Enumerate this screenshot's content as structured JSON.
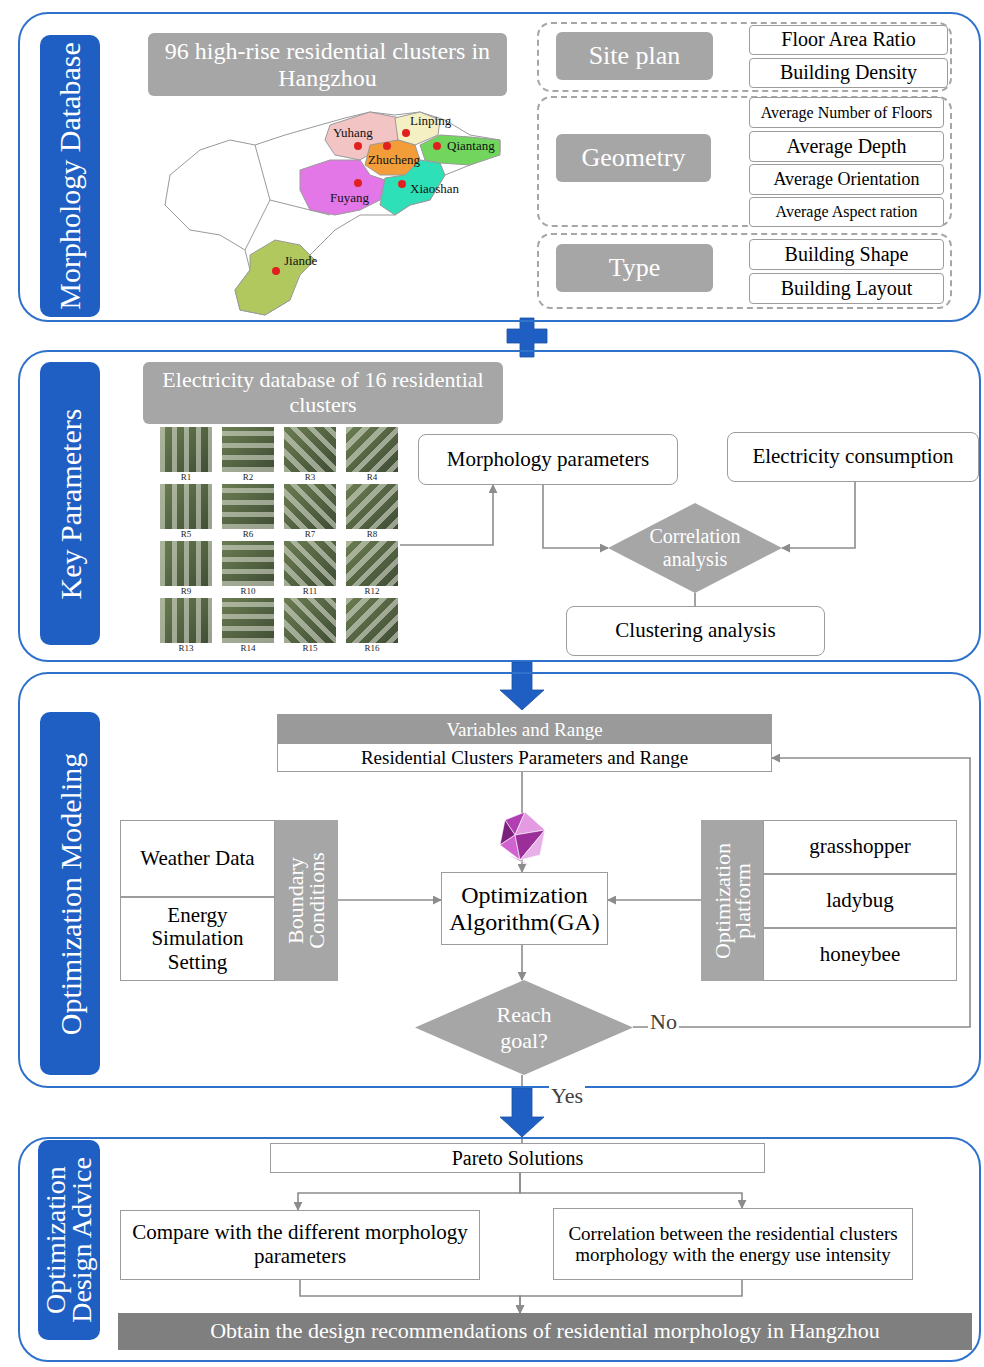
{
  "diagram": {
    "nodes": [
      {
        "text": [
          "Morphology Database"
        ]
      },
      {
        "text": [
          "96 high-rise residential clusters in Hangzhou"
        ],
        "in": 0
      },
      {
        "text": [
          "Site plan"
        ],
        "in": 0
      },
      {
        "text": [
          "Floor Area Ratio"
        ],
        "in": 2
      },
      {
        "text": [
          "Building Density"
        ],
        "in": 2
      },
      {
        "text": [
          "Geometry"
        ],
        "in": 0
      },
      {
        "text": [
          "Average Number of Floors"
        ],
        "in": 5
      },
      {
        "text": [
          "Average Depth"
        ],
        "in": 5
      },
      {
        "text": [
          "Average Orientation"
        ],
        "in": 5
      },
      {
        "text": [
          "Average Aspect ration"
        ],
        "in": 5
      },
      {
        "text": [
          "Type"
        ],
        "in": 0
      },
      {
        "text": [
          "Building Shape"
        ],
        "in": 10
      },
      {
        "text": [
          "Building Layout"
        ],
        "in": 10
      },
      {
        "text": [
          "Key Parameters"
        ]
      },
      {
        "text": [
          "Electricity database of 16 residential clusters"
        ],
        "in": 13
      },
      {
        "text": [
          "R1",
          "R2",
          "R3",
          "R4",
          "R5",
          "R6",
          "R7",
          "R8",
          "R9",
          "R10",
          "R11",
          "R12",
          "R13",
          "R14",
          "R15",
          "R16"
        ],
        "in": 13
      },
      {
        "text": [
          "Morphology parameters"
        ],
        "in": 13
      },
      {
        "text": [
          "Electricity consumption"
        ],
        "in": 13
      },
      {
        "text": [
          "Correlation analysis"
        ],
        "in": 13
      },
      {
        "text": [
          "Clustering analysis"
        ],
        "in": 13
      },
      {
        "text": [
          "Optimization Modeling"
        ]
      },
      {
        "text": [
          "Variables and Range",
          "Residential Clusters Parameters and Range"
        ],
        "in": 20
      },
      {
        "text": [
          "Boundary Conditions"
        ],
        "in": 20
      },
      {
        "text": [
          "Weather Data"
        ],
        "in": 22
      },
      {
        "text": [
          "Energy Simulation Setting"
        ],
        "in": 22
      },
      {
        "text": [
          "Optimization Algorithm(GA)"
        ],
        "in": 20
      },
      {
        "text": [
          "Optimization platform"
        ],
        "in": 20
      },
      {
        "text": [
          "grasshopper"
        ],
        "in": 26
      },
      {
        "text": [
          "ladybug"
        ],
        "in": 26
      },
      {
        "text": [
          "honeybee"
        ],
        "in": 26
      },
      {
        "text": [
          "Reach goal?"
        ],
        "in": 20
      },
      {
        "text": [
          "Optimization Design Advice"
        ]
      },
      {
        "text": [
          "Pareto Solutions"
        ],
        "in": 31
      },
      {
        "text": [
          "Compare with the different morphology parameters"
        ],
        "in": 31
      },
      {
        "text": [
          "Correlation between the residential clusters morphology with the energy use intensity"
        ],
        "in": 31
      },
      {
        "text": [
          "Obtain the design recommendations of residential morphology in Hangzhou"
        ],
        "in": 31
      }
    ],
    "edges": [
      {
        "from": 0,
        "to": 13,
        "arrow": "none"
      },
      {
        "from": 15,
        "to": 16,
        "arrow": "to"
      },
      {
        "from": 16,
        "to": 18,
        "arrow": "to"
      },
      {
        "from": 17,
        "to": 18,
        "arrow": "to"
      },
      {
        "from": 18,
        "to": 19,
        "arrow": "none"
      },
      {
        "from": 13,
        "to": 20,
        "arrow": "to"
      },
      {
        "from": 21,
        "to": 25,
        "arrow": "to"
      },
      {
        "from": 22,
        "to": 25,
        "arrow": "to"
      },
      {
        "from": 26,
        "to": 25,
        "arrow": "to"
      },
      {
        "from": 25,
        "to": 30,
        "arrow": "to"
      },
      {
        "from": 30,
        "to": 21,
        "label": "No",
        "arrow": "to"
      },
      {
        "from": 30,
        "to": 32,
        "label": "Yes",
        "arrow": "none"
      },
      {
        "from": 20,
        "to": 31,
        "arrow": "to"
      },
      {
        "from": 32,
        "to": 33,
        "arrow": "to"
      },
      {
        "from": 32,
        "to": 34,
        "arrow": "to"
      },
      {
        "from": 33,
        "to": 35,
        "arrow": "to"
      },
      {
        "from": 34,
        "to": 35,
        "arrow": "to"
      }
    ],
    "labels": [
      "Yuhang",
      "Linping",
      "Zhucheng",
      "Qiantang",
      "Fuyang",
      "Xiaoshan",
      "Jiande"
    ]
  }
}
